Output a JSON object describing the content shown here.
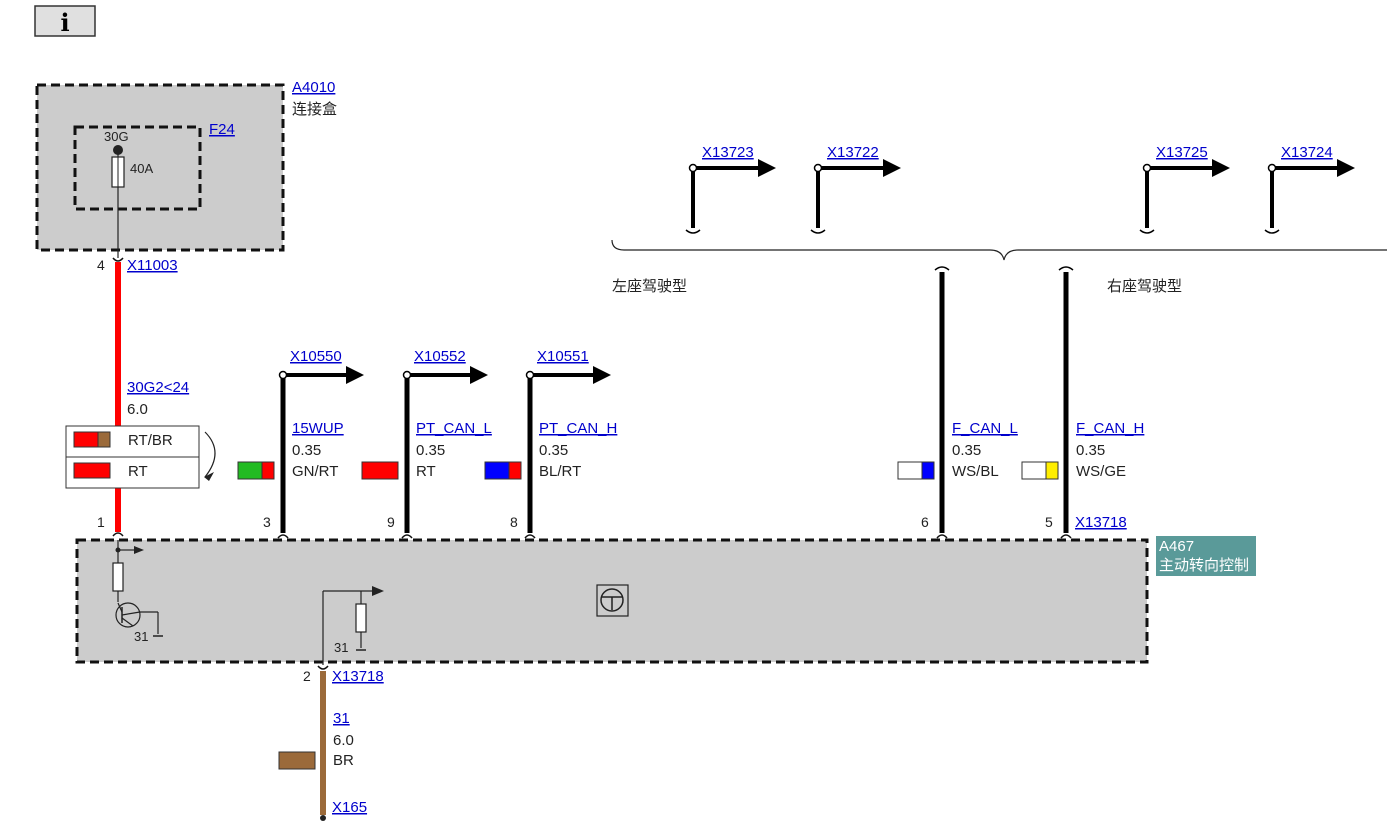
{
  "info_button": {
    "label": "i"
  },
  "connection_box": {
    "id": "A4010",
    "name": "连接盒"
  },
  "fuse": {
    "id": "F24",
    "terminal": "30G",
    "rating": "40A"
  },
  "module": {
    "id": "A467",
    "name": "主动转向控制"
  },
  "region_labels": {
    "left_drive": "左座驾驶型",
    "right_drive": "右座驾驶型"
  },
  "upper_connectors": [
    "X13723",
    "X13722",
    "X13725",
    "X13724"
  ],
  "left_connectors": [
    "X10550",
    "X10552",
    "X10551"
  ],
  "colors": {
    "red": "#ff0000",
    "brown": "#9b6a3a",
    "green": "#22bb22",
    "blue": "#0000ff",
    "yellow": "#ffee00",
    "white": "#ffffff",
    "box_gray": "#cccccc",
    "title_teal": "#5a9a99",
    "link": "#0000cc"
  },
  "wires": {
    "supply": {
      "pin_top": "4",
      "connector_top": "X11003",
      "circuit": "30G2<24",
      "gauge": "6.0",
      "color_alt": "RT/BR",
      "color": "RT",
      "pin_module": "1"
    },
    "w15wup": {
      "circuit": "15WUP",
      "gauge": "0.35",
      "color": "GN/RT",
      "pin": "3"
    },
    "pt_can_l": {
      "circuit": "PT_CAN_L",
      "gauge": "0.35",
      "color": "RT",
      "pin": "9"
    },
    "pt_can_h": {
      "circuit": "PT_CAN_H",
      "gauge": "0.35",
      "color": "BL/RT",
      "pin": "8"
    },
    "f_can_l": {
      "circuit": "F_CAN_L",
      "gauge": "0.35",
      "color": "WS/BL",
      "pin": "6"
    },
    "f_can_h": {
      "circuit": "F_CAN_H",
      "gauge": "0.35",
      "color": "WS/GE",
      "pin": "5",
      "connector": "X13718"
    },
    "ground": {
      "pin": "2",
      "connector_top": "X13718",
      "circuit": "31",
      "gauge": "6.0",
      "color": "BR",
      "connector_bottom": "X165"
    }
  },
  "ground_labels": {
    "left": "31",
    "right": "31"
  }
}
